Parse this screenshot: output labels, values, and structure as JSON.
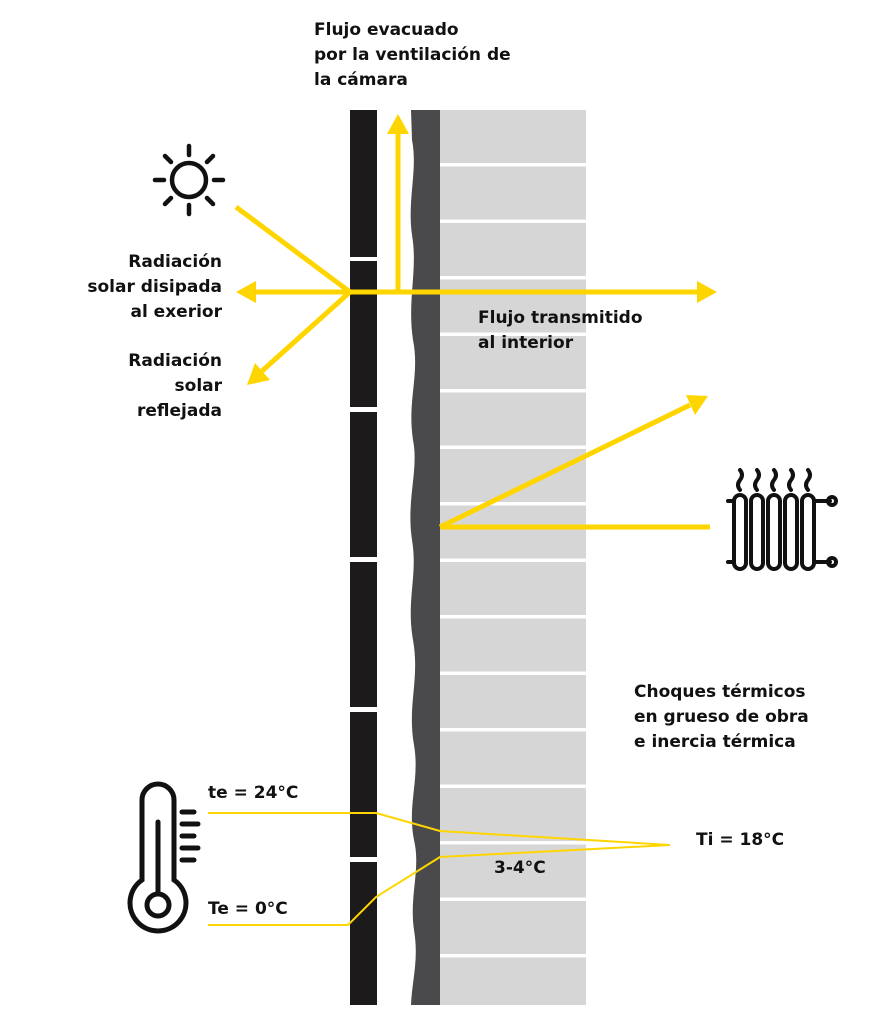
{
  "labels": {
    "flujo_evacuado": "Flujo evacuado\npor la ventilación de\nla cámara",
    "radiacion_disipada": "Radiación\nsolar disipada\nal exerior",
    "radiacion_reflejada": "Radiación\nsolar\nreflejada",
    "flujo_transmitido": "Flujo transmitido\nal interior",
    "choques_termicos": "Choques térmicos\nen grueso de obra\ne inercia térmica",
    "te_max": "te = 24°C",
    "te_min": "Te = 0°C",
    "ti": "Ti = 18°C",
    "delta_t": "3-4°C"
  },
  "icons": {
    "sun": "sun-icon",
    "radiator": "radiator-icon",
    "thermometer": "thermometer-icon"
  },
  "colors": {
    "arrow": "#ffd500",
    "outer_panel": "#1c1a1b",
    "insulation": "#4a4a4d",
    "bricks": "#d6d6d6",
    "text": "#111111"
  }
}
